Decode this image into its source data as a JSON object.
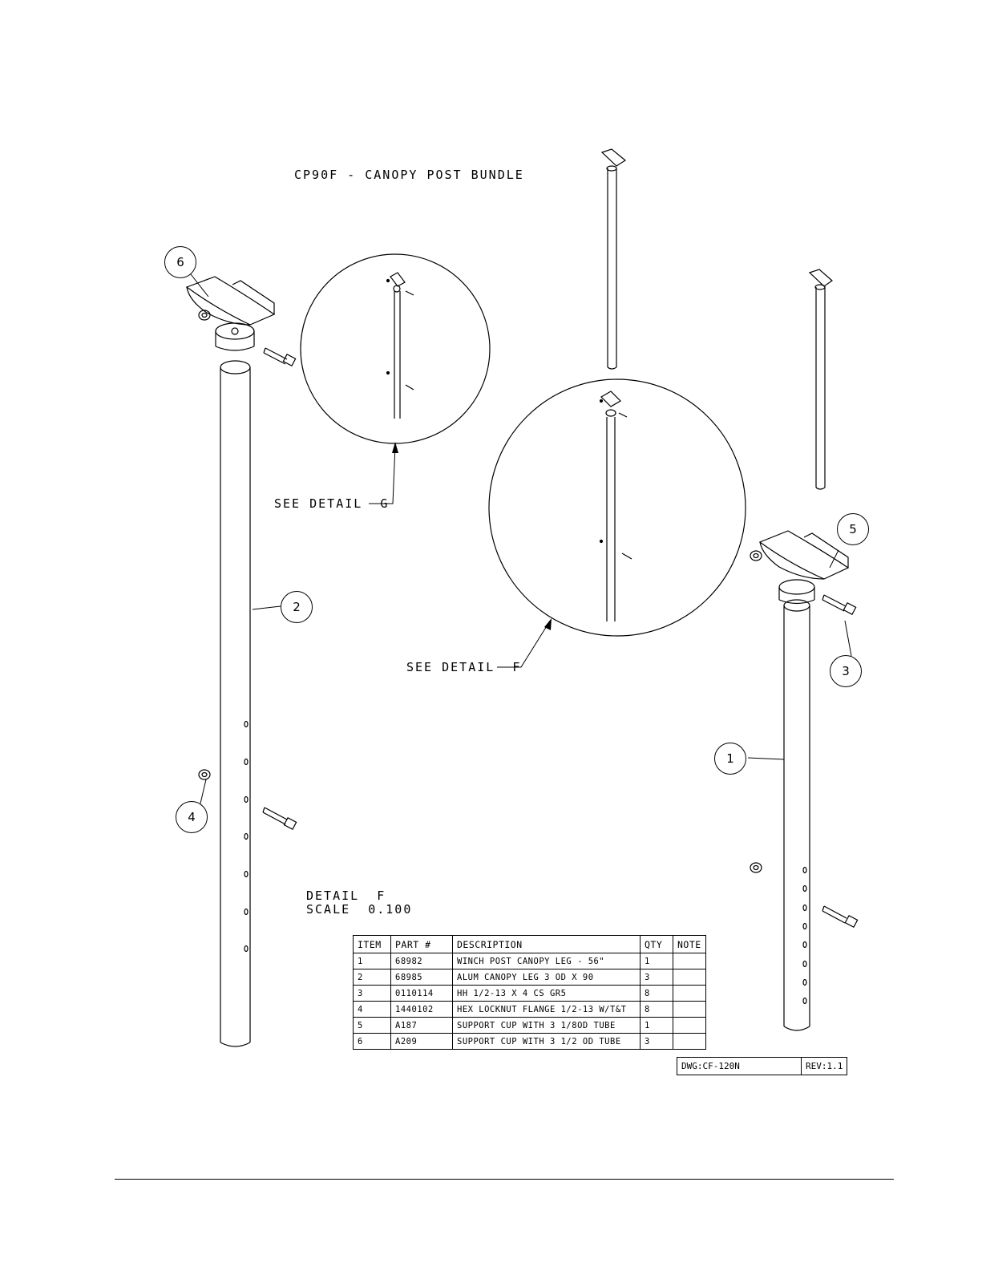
{
  "title": "CP90F - CANOPY POST BUNDLE",
  "callouts": {
    "detail_g": "SEE DETAIL  G",
    "detail_f": "SEE DETAIL  F"
  },
  "detail_note": {
    "line1": "DETAIL  F",
    "line2": "SCALE  0.100"
  },
  "balloons": [
    "1",
    "2",
    "3",
    "4",
    "5",
    "6"
  ],
  "bom": {
    "headers": [
      "ITEM",
      "PART #",
      "DESCRIPTION",
      "QTY",
      "NOTE"
    ],
    "rows": [
      {
        "item": "1",
        "part": "68982",
        "description": "WINCH POST CANOPY LEG - 56\"",
        "qty": "1",
        "note": ""
      },
      {
        "item": "2",
        "part": "68985",
        "description": "ALUM CANOPY LEG  3 OD X 90",
        "qty": "3",
        "note": ""
      },
      {
        "item": "3",
        "part": "0110114",
        "description": "HH 1/2-13 X 4 CS GR5",
        "qty": "8",
        "note": ""
      },
      {
        "item": "4",
        "part": "1440102",
        "description": "HEX LOCKNUT FLANGE 1/2-13 W/T&T",
        "qty": "8",
        "note": ""
      },
      {
        "item": "5",
        "part": "A187",
        "description": "SUPPORT CUP WITH 3 1/8OD TUBE",
        "qty": "1",
        "note": ""
      },
      {
        "item": "6",
        "part": "A209",
        "description": "SUPPORT CUP WITH 3 1/2 OD TUBE",
        "qty": "3",
        "note": ""
      }
    ]
  },
  "title_block": {
    "dwg": "DWG:CF-120N",
    "rev": "REV:1.1"
  }
}
